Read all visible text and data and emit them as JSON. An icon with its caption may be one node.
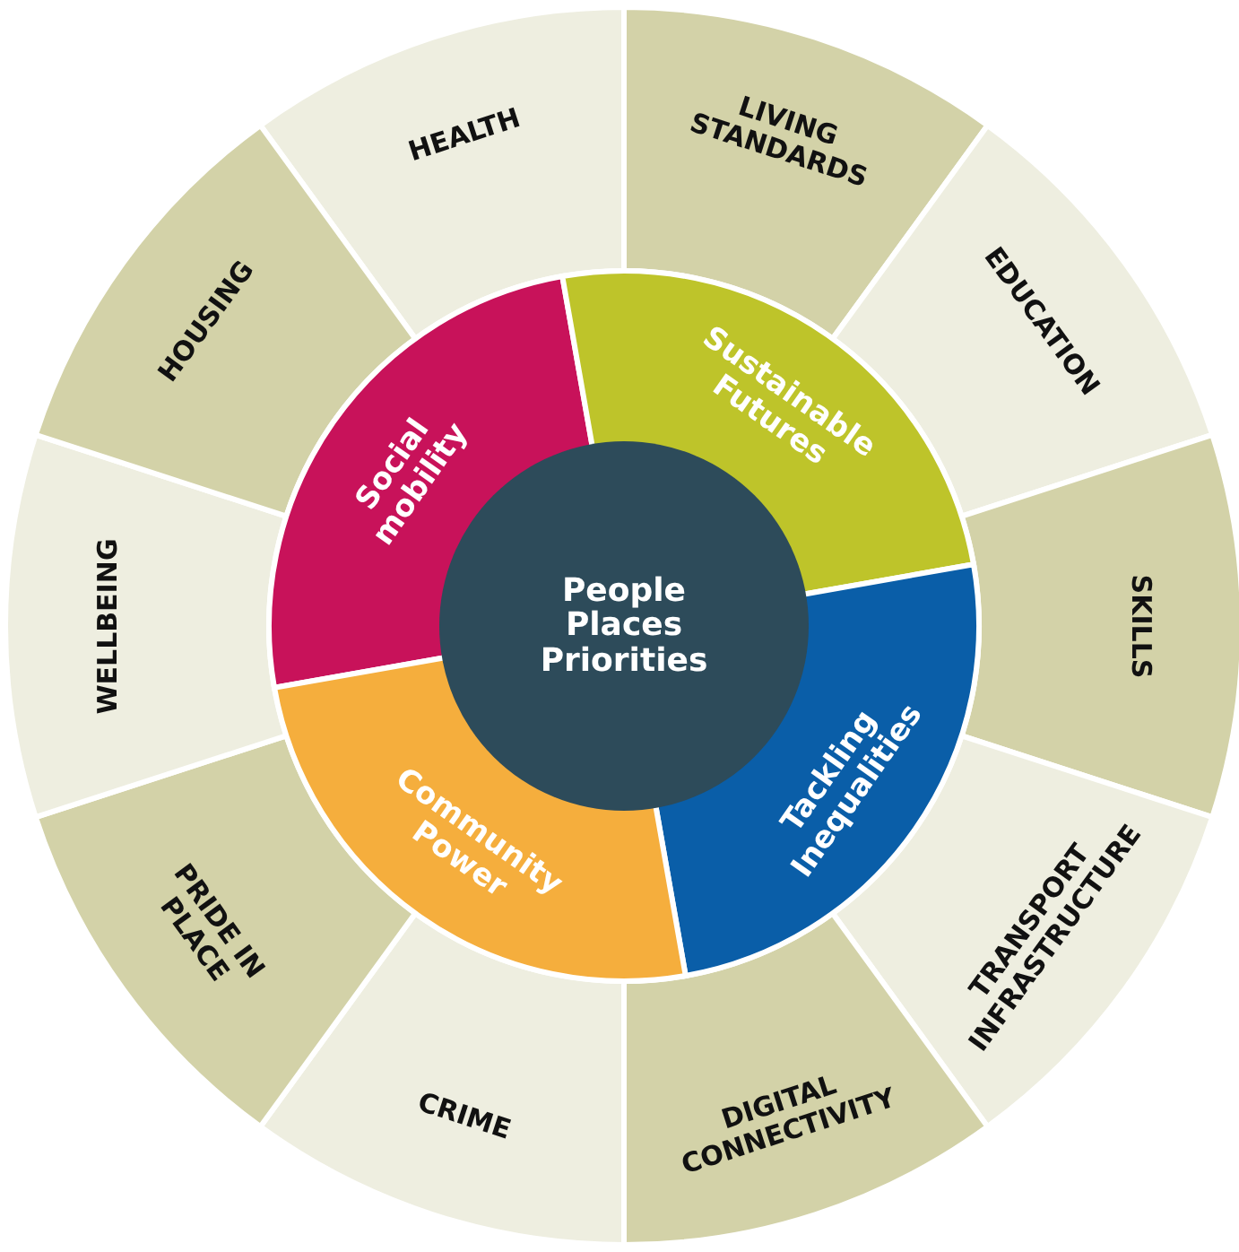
{
  "diagram": {
    "nodes": [
      {
        "text": [
          "People Places Priorities"
        ]
      },
      {
        "text": [
          "Social mobility"
        ]
      },
      {
        "text": [
          "Sustainable Futures"
        ]
      },
      {
        "text": [
          "Tackling Inequalities"
        ]
      },
      {
        "text": [
          "Community Power"
        ]
      },
      {
        "text": [
          "HEALTH"
        ]
      },
      {
        "text": [
          "LIVING STANDARDS"
        ]
      },
      {
        "text": [
          "EDUCATION"
        ]
      },
      {
        "text": [
          "SKILLS"
        ]
      },
      {
        "text": [
          "TRANSPORT INFRASTRUCTURE"
        ]
      },
      {
        "text": [
          "DIGITAL CONNECTIVITY"
        ]
      },
      {
        "text": [
          "CRIME"
        ]
      },
      {
        "text": [
          "PRIDE IN PLACE"
        ]
      },
      {
        "text": [
          "WELLBEING"
        ]
      },
      {
        "text": [
          "HOUSING"
        ]
      }
    ]
  }
}
